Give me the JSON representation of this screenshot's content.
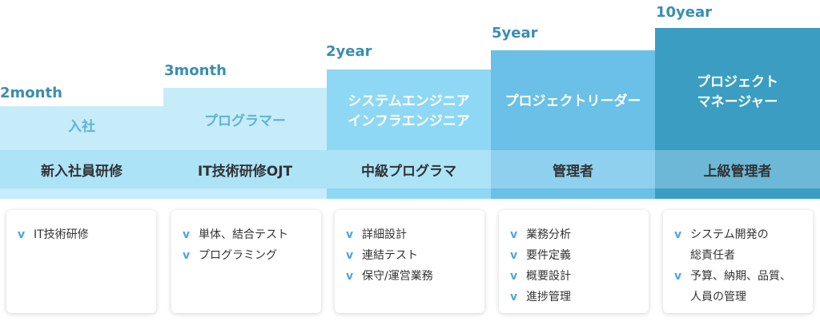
{
  "stages": [
    {
      "period": "2month",
      "role": [
        "入社"
      ],
      "training": "新入社員研修",
      "items": [
        [
          "IT技術研修"
        ]
      ]
    },
    {
      "period": "3month",
      "role": [
        "プログラマー"
      ],
      "training": "IT技術研修OJT",
      "items": [
        [
          "単体、結合テスト"
        ],
        [
          "プログラミング"
        ]
      ]
    },
    {
      "period": "2year",
      "role": [
        "システムエンジニア",
        "インフラエンジニア"
      ],
      "training": "中級プログラマ",
      "items": [
        [
          "詳細設計"
        ],
        [
          "連結テスト"
        ],
        [
          "保守/運営業務"
        ]
      ]
    },
    {
      "period": "5year",
      "role": [
        "プロジェクトリーダー"
      ],
      "training": "管理者",
      "items": [
        [
          "業務分析"
        ],
        [
          "要件定義"
        ],
        [
          "概要設計"
        ],
        [
          "進捗管理"
        ]
      ]
    },
    {
      "period": "10year",
      "role": [
        "プロジェクト",
        "マネージャー"
      ],
      "training": "上級管理者",
      "items": [
        [
          "システム開発の",
          "総責任者"
        ],
        [
          "予算、納期、品質、",
          "人員の管理"
        ]
      ]
    }
  ],
  "colors": {
    "period_text": "#3a8db1",
    "check_mark": "#4aa8d8",
    "stage_1": "#c6ecf9",
    "stage_2": "#c6ecf9",
    "stage_3": "#8fd8f5",
    "stage_4": "#6ac0e6",
    "stage_5": "#3b9dc1"
  },
  "check_icon": "v"
}
